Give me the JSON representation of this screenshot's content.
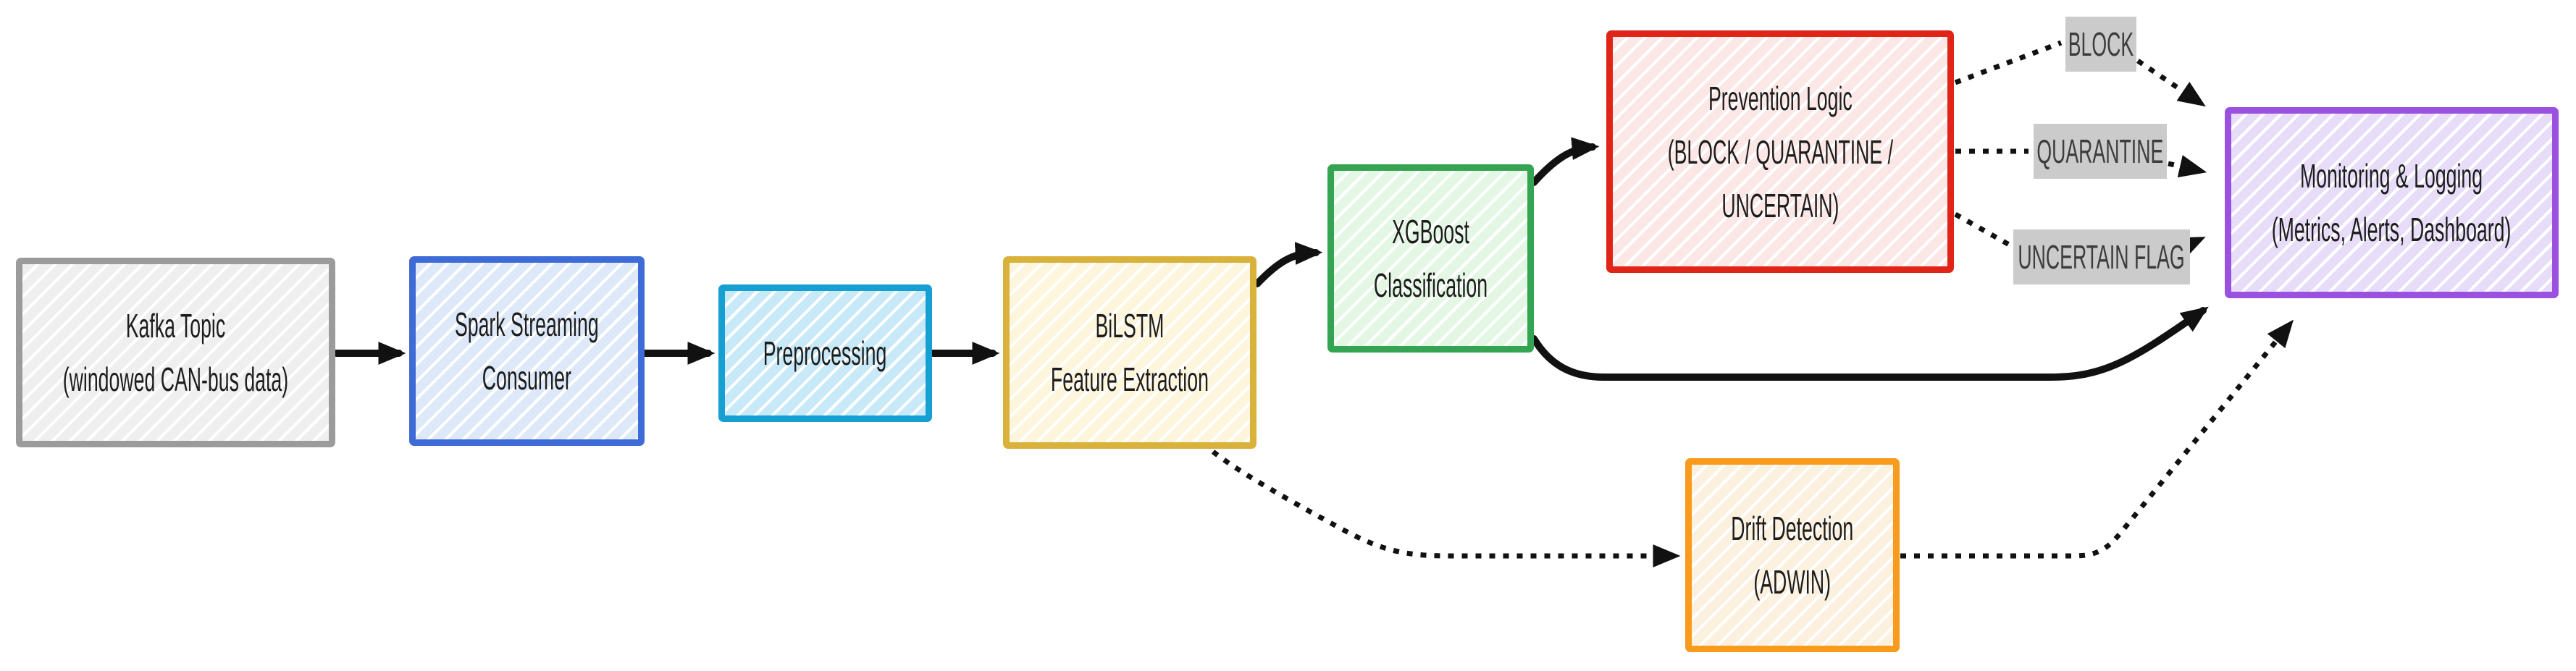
{
  "diagram": {
    "nodes": {
      "kafka": {
        "lines": [
          "Kafka Topic",
          "(windowed CAN-bus data)"
        ],
        "border_color": "#9b9b9b",
        "fill_color": "#efefef"
      },
      "spark": {
        "lines": [
          "Spark Streaming",
          "Consumer"
        ],
        "border_color": "#3e6bd6",
        "fill_color": "#dde8f9"
      },
      "preprocessing": {
        "lines": [
          "Preprocessing"
        ],
        "border_color": "#16a0d2",
        "fill_color": "#c8e9f8"
      },
      "bilstm": {
        "lines": [
          "BiLSTM",
          "Feature Extraction"
        ],
        "border_color": "#d9b23c",
        "fill_color": "#fdf6dd"
      },
      "xgboost": {
        "lines": [
          "XGBoost",
          "Classification"
        ],
        "border_color": "#35a452",
        "fill_color": "#e4f7e4"
      },
      "prevention": {
        "lines": [
          "Prevention Logic",
          "(BLOCK / QUARANTINE /",
          "UNCERTAIN)"
        ],
        "border_color": "#e02418",
        "fill_color": "#fbe8e6"
      },
      "monitoring": {
        "lines": [
          "Monitoring & Logging",
          "(Metrics, Alerts, Dashboard)"
        ],
        "border_color": "#9b51e0",
        "fill_color": "#e7ddf8"
      },
      "drift": {
        "lines": [
          "Drift Detection",
          "(ADWIN)"
        ],
        "border_color": "#f89a1c",
        "fill_color": "#fcf0df"
      }
    },
    "edge_labels": {
      "block": "BLOCK",
      "quarantine": "QUARANTINE",
      "uncertain_flag": "UNCERTAIN FLAG",
      "background_color": "#cbcbcb",
      "text_color": "#3d3d3d"
    },
    "arrow_color": "#111111"
  }
}
